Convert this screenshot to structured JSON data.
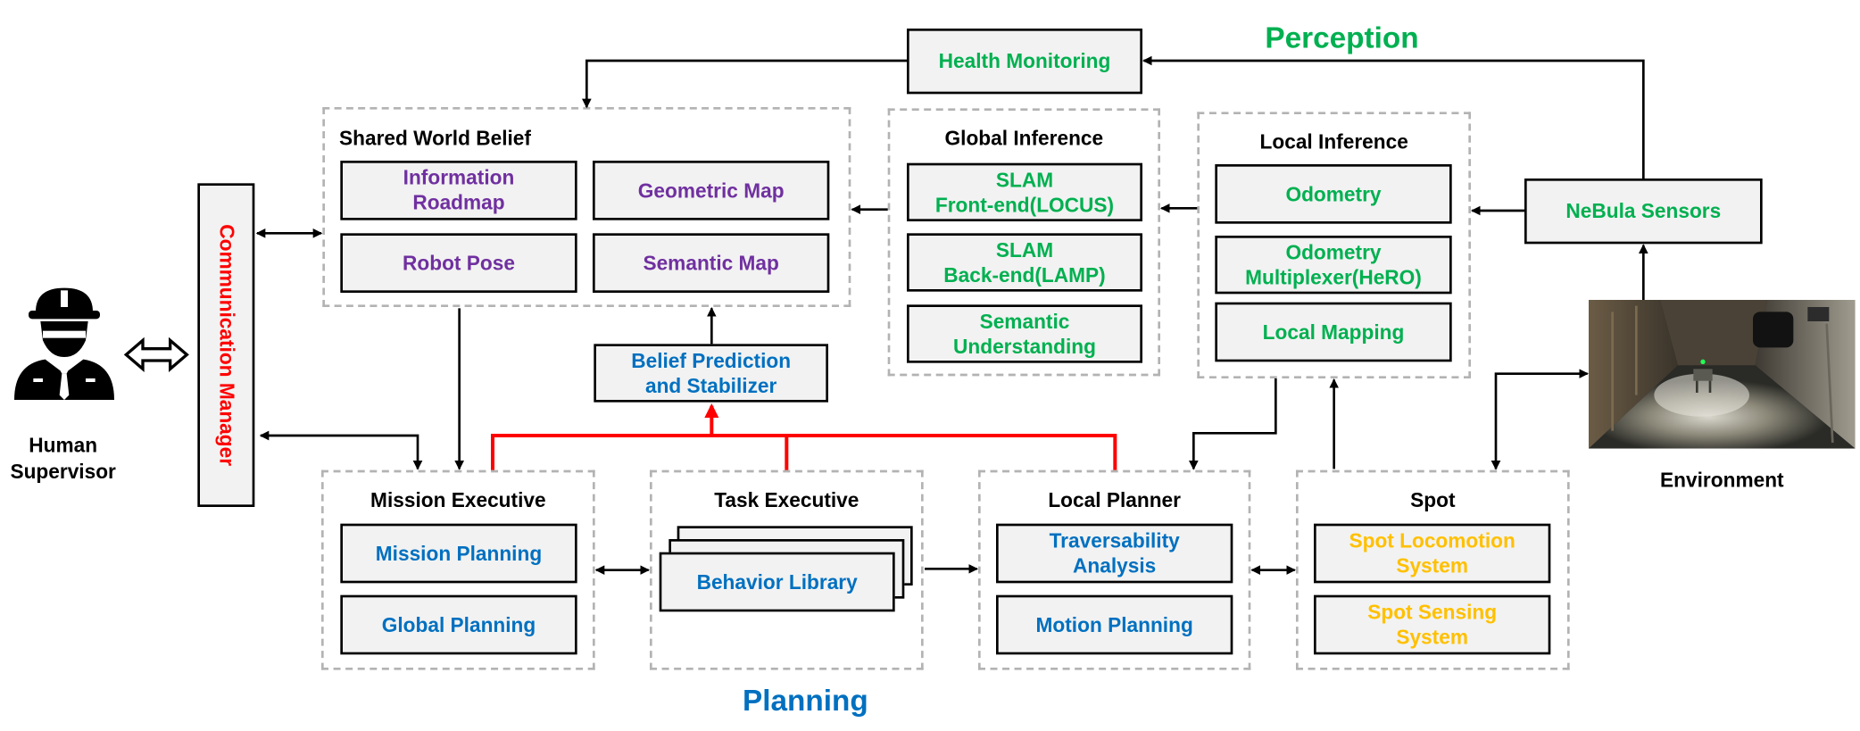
{
  "perception_title": "Perception",
  "planning_title": "Planning",
  "health_monitoring": "Health Monitoring",
  "shared_world_belief": {
    "title": "Shared World Belief",
    "information_roadmap": "Information\nRoadmap",
    "geometric_map": "Geometric Map",
    "robot_pose": "Robot Pose",
    "semantic_map": "Semantic Map"
  },
  "global_inference": {
    "title": "Global Inference",
    "slam_frontend": "SLAM\nFront-end(LOCUS)",
    "slam_backend": "SLAM\nBack-end(LAMP)",
    "semantic_understanding": "Semantic\nUnderstanding"
  },
  "local_inference": {
    "title": "Local Inference",
    "odometry": "Odometry",
    "odometry_multiplexer": "Odometry\nMultiplexer(HeRO)",
    "local_mapping": "Local Mapping"
  },
  "nebula_sensors": "NeBula Sensors",
  "environment_label": "Environment",
  "communication_manager": "Communication Manager",
  "human_supervisor": "Human\nSupervisor",
  "belief_prediction": "Belief Prediction\nand Stabilizer",
  "mission_executive": {
    "title": "Mission Executive",
    "mission_planning": "Mission Planning",
    "global_planning": "Global Planning"
  },
  "task_executive": {
    "title": "Task Executive",
    "behavior_library": "Behavior Library"
  },
  "local_planner": {
    "title": "Local Planner",
    "traversability": "Traversability\nAnalysis",
    "motion_planning": "Motion Planning"
  },
  "spot": {
    "title": "Spot",
    "locomotion": "Spot Locomotion\nSystem",
    "sensing": "Spot Sensing\nSystem"
  },
  "colors": {
    "perception": "#00b050",
    "planning": "#0070c0",
    "world_belief": "#7030a0",
    "spot": "#ffc000",
    "communication": "#ff0000"
  }
}
